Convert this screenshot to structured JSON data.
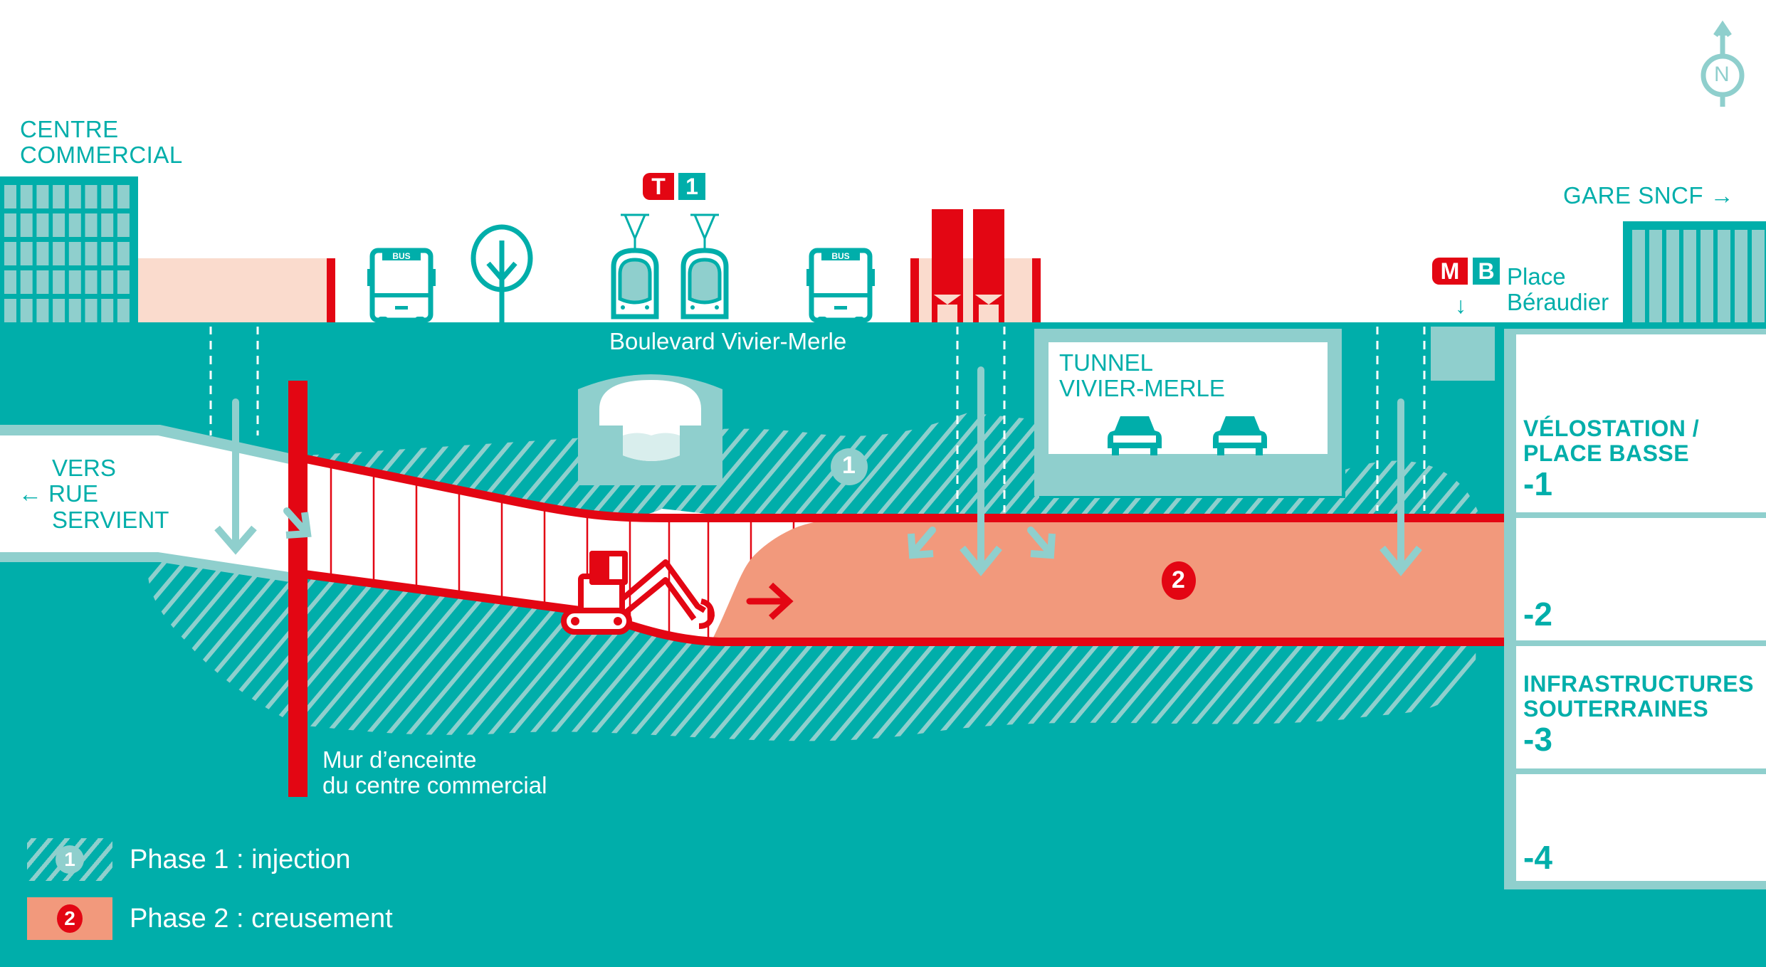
{
  "colors": {
    "teal": "#00aeaa",
    "teal_light": "#8fcfcd",
    "red": "#e30613",
    "salmon": "#f2997c",
    "pink_light": "#fadbcd",
    "white": "#ffffff"
  },
  "top_labels": {
    "centre_commercial_line1": "CENTRE",
    "centre_commercial_line2": "COMMERCIAL",
    "gare_sncf": "GARE SNCF",
    "gare_sncf_arrow": "→",
    "place_line1": "Place",
    "place_line2": "Béraudier",
    "place_arrow": "↓",
    "boulevard": "Boulevard Vivier-Merle",
    "north": "N"
  },
  "badges": {
    "tram_letter": "T",
    "tram_number": "1",
    "metro_letter": "M",
    "metro_line": "B",
    "bus_label": "BUS"
  },
  "tunnel": {
    "line1": "TUNNEL",
    "line2": "VIVIER-MERLE"
  },
  "left_label": {
    "arrow": "←",
    "line1": "VERS",
    "line2": "RUE",
    "line3": "SERVIENT"
  },
  "wall_label": {
    "line1": "Mur d’enceinte",
    "line2": "du centre commercial"
  },
  "markers": {
    "phase1": "1",
    "phase2": "2"
  },
  "levels": [
    {
      "name_line1": "VÉLOSTATION /",
      "name_line2": "PLACE BASSE",
      "number": "-1"
    },
    {
      "name_line1": "",
      "name_line2": "",
      "number": "-2"
    },
    {
      "name_line1": "INFRASTRUCTURES",
      "name_line2": "SOUTERRAINES",
      "number": "-3"
    },
    {
      "name_line1": "",
      "name_line2": "",
      "number": "-4"
    }
  ],
  "legend": [
    {
      "marker": "1",
      "label": "Phase 1 : injection"
    },
    {
      "marker": "2",
      "label": "Phase 2 : creusement"
    }
  ]
}
